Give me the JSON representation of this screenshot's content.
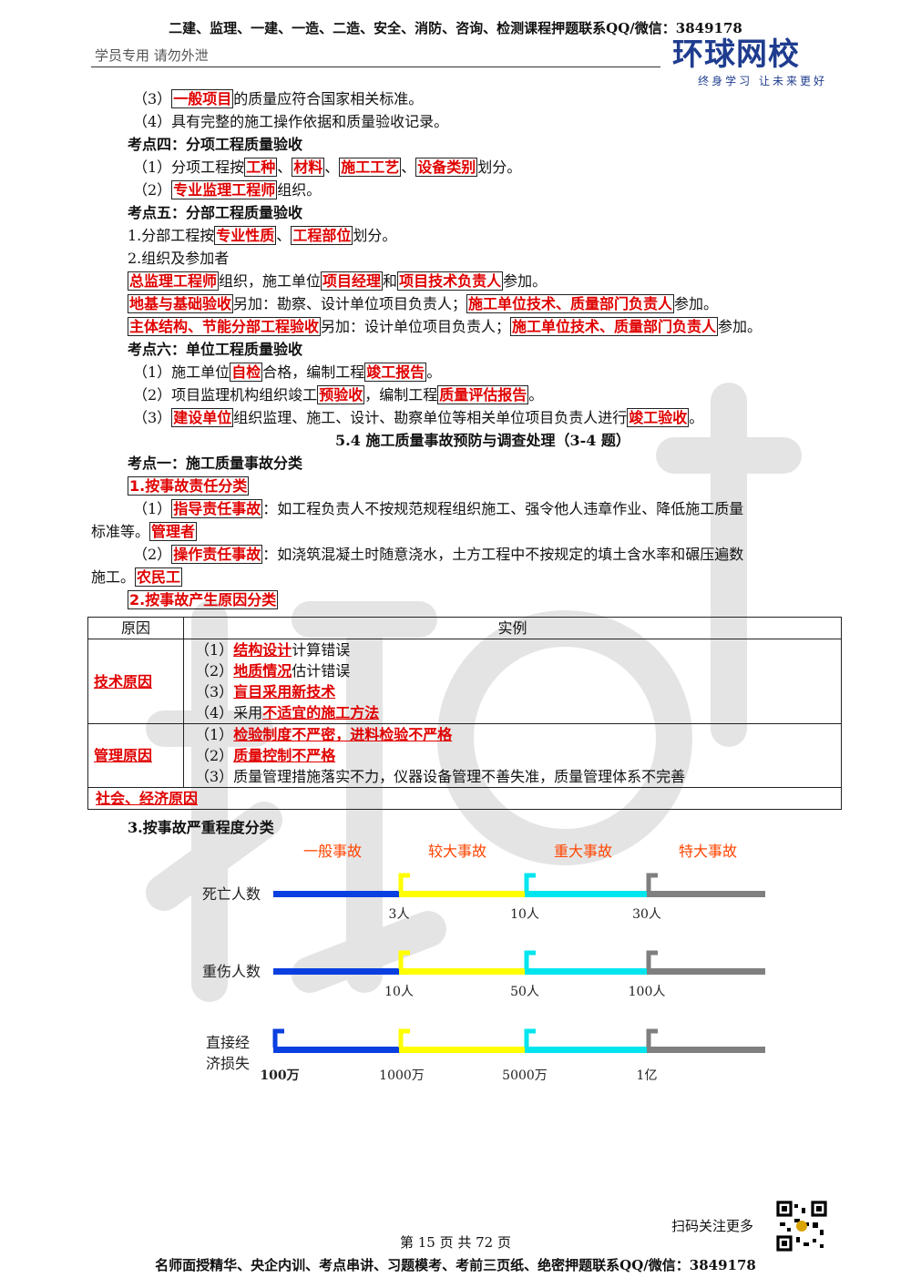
{
  "header": {
    "top": "二建、监理、一建、一造、二造、安全、消防、咨询、检测课程押题联系QQ/微信：3849178",
    "left": "学员专用 请勿外泄",
    "logo": "环球网校",
    "slogan": "终身学习 让未来更好"
  },
  "s1": {
    "l1_pre": "（3）",
    "l1_hl": "一般项目",
    "l1_post": "的质量应符合国家相关标准。",
    "l2": "（4）具有完整的施工操作依据和质量验收记录。"
  },
  "s4": {
    "title": "考点四：分项工程质量验收",
    "l1_pre": "（1）分项工程按",
    "h1": "工种",
    "h2": "材料",
    "h3": "施工工艺",
    "h4": "设备类别",
    "l1_post": "划分。",
    "sep": "、",
    "l2_pre": "（2）",
    "l2_hl": "专业监理工程师",
    "l2_post": "组织。"
  },
  "s5": {
    "title": "考点五：分部工程质量验收",
    "l1_pre": "1.分部工程按",
    "h1": "专业性质",
    "h2": "工程部位",
    "l1_post": "划分。",
    "l2": "2.组织及参加者",
    "l3_h1": "总监理工程师",
    "l3_t1": "组织，施工单位",
    "l3_h2": "项目经理",
    "l3_t2": "和",
    "l3_h3": "项目技术负责人",
    "l3_t3": "参加。",
    "l4_h1": "地基与基础验收",
    "l4_t1": "另加：勘察、设计单位项目负责人；",
    "l4_h2": "施工单位技术、质量部门负责人",
    "l4_t2": "参加。",
    "l5_h1": "主体结构、节能分部工程验收",
    "l5_t1": "另加：设计单位项目负责人；",
    "l5_h2": "施工单位技术、质量部门负责人",
    "l5_t2": "参加。"
  },
  "s6": {
    "title": "考点六：单位工程质量验收",
    "l1_pre": "（1）施工单位",
    "l1_h1": "自检",
    "l1_t1": "合格，编制工程",
    "l1_h2": "竣工报告",
    "l1_post": "。",
    "l2_pre": "（2）项目监理机构组织竣工",
    "l2_h1": "预验收",
    "l2_t1": "，编制工程",
    "l2_h2": "质量评估报告",
    "l2_post": "。",
    "l3_pre": "（3）",
    "l3_h1": "建设单位",
    "l3_t1": "组织监理、施工、设计、勘察单位等相关单位项目负责人进行",
    "l3_h2": "竣工验收",
    "l3_post": "。"
  },
  "sec54": {
    "title": "5.4 施工质量事故预防与调查处理（3-4 题）",
    "k1": "考点一：施工质量事故分类",
    "c1": "1.按事故责任分类",
    "p1_pre": "（1）",
    "p1_hl": "指导责任事故",
    "p1_t": "：如工程负责人不按规范规程组织施工、强令他人违章作业、降低施工质量",
    "p1_t2": "标准等。",
    "p1_hl2": "管理者",
    "p2_pre": "（2）",
    "p2_hl": "操作责任事故",
    "p2_t": "：如浇筑混凝土时随意浇水，土方工程中不按规定的填土含水率和碾压遍数",
    "p2_t2": "施工。",
    "p2_hl2": "农民工",
    "c2": "2.按事故产生原因分类"
  },
  "table": {
    "h1": "原因",
    "h2": "实例",
    "r1_cause": "技术原因",
    "r1_i1_pre": "（1）",
    "r1_i1_rd": "结构设计",
    "r1_i1_post": "计算错误",
    "r1_i2_pre": "（2）",
    "r1_i2_rd": "地质情况",
    "r1_i2_post": "估计错误",
    "r1_i3_pre": "（3）",
    "r1_i3_rd": "盲目采用新技术",
    "r1_i4_pre": "（4）采用",
    "r1_i4_rd": "不适宜的施工方法",
    "r2_cause": "管理原因",
    "r2_i1_pre": "（1）",
    "r2_i1_rd": "检验制度不严密，进料检验不严格",
    "r2_i2_pre": "（2）",
    "r2_i2_rd": "质量控制不严格",
    "r2_i3": "（3）质量管理措施落实不力，仪器设备管理不善失准，质量管理体系不完善",
    "r3_cause": "社会、经济原因"
  },
  "c3": "3.按事故严重程度分类",
  "chart_data": {
    "type": "diagram",
    "categories": [
      "一般事故",
      "较大事故",
      "重大事故",
      "特大事故"
    ],
    "category_colors": [
      "#0a3fe0",
      "#ffff00",
      "#00e5ee",
      "#7f7f7f"
    ],
    "rows": [
      {
        "label": "死亡人数",
        "thresholds": [
          "3人",
          "10人",
          "30人"
        ]
      },
      {
        "label": "重伤人数",
        "thresholds": [
          "10人",
          "50人",
          "100人"
        ]
      },
      {
        "label_line1": "直接经",
        "label_line2": "济损失",
        "thresholds": [
          "100万",
          "1000万",
          "5000万",
          "1亿"
        ]
      }
    ]
  },
  "footer": {
    "scan": "扫码关注更多",
    "page": "第 15 页 共 72 页",
    "bottom": "名师面授精华、央企内训、考点串讲、习题模考、考前三页纸、绝密押题联系QQ/微信：3849178"
  }
}
